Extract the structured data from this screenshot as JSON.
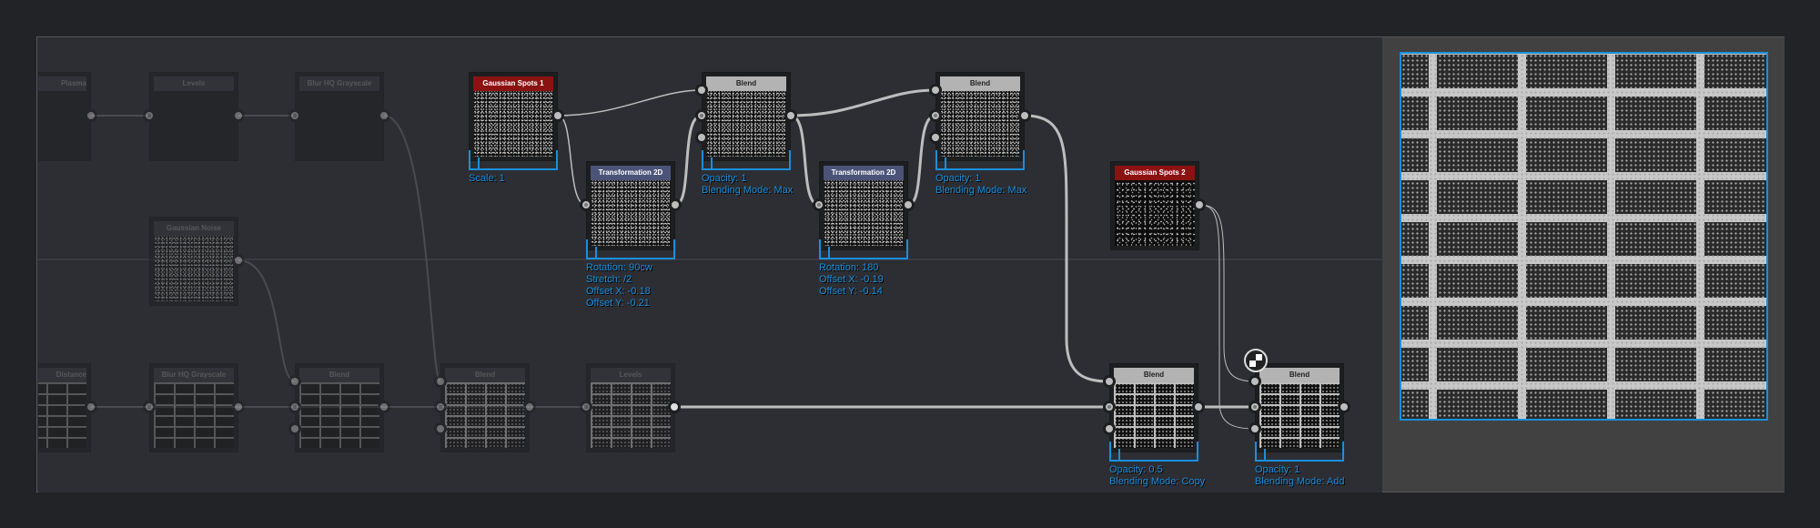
{
  "nodes": {
    "plasma": "Plasma",
    "levels_top": "Levels",
    "blur_top": "Blur HQ Grayscale",
    "gspots1": "Gaussian Spots 1",
    "blend1": "Blend",
    "blend2": "Blend",
    "transform1": "Transformation 2D",
    "transform2": "Transformation 2D",
    "gnoise": "Gaussian Noise",
    "gspots2": "Gaussian Spots 2",
    "distance": "Distance",
    "blur_bottom": "Blur HQ Grayscale",
    "blend_b1": "Blend",
    "blend_b2": "Blend",
    "levels_bottom": "Levels",
    "blend_a": "Blend",
    "blend_final": "Blend"
  },
  "params": {
    "gspots1": [
      "Scale: 1"
    ],
    "blend1": [
      "Opacity: 1",
      "Blending Mode: Max"
    ],
    "blend2": [
      "Opacity: 1",
      "Blending Mode: Max"
    ],
    "transform1": [
      "Rotation: 90cw",
      "Stretch: /2",
      "Offset X: -0.18",
      "Offset Y: -0.21"
    ],
    "transform2": [
      "Rotation: 180",
      "Offset X: -0.19",
      "Offset Y: -0.14"
    ],
    "blend_a": [
      "Opacity: 0.5",
      "Blending Mode: Copy"
    ],
    "blend_final": [
      "Opacity: 1",
      "Blending Mode: Add"
    ]
  },
  "colors": {
    "accent": "#1a8fdc",
    "generator_header": "#8c1212",
    "transform_header": "#4b5478",
    "blend_header": "#b3b3b3"
  }
}
